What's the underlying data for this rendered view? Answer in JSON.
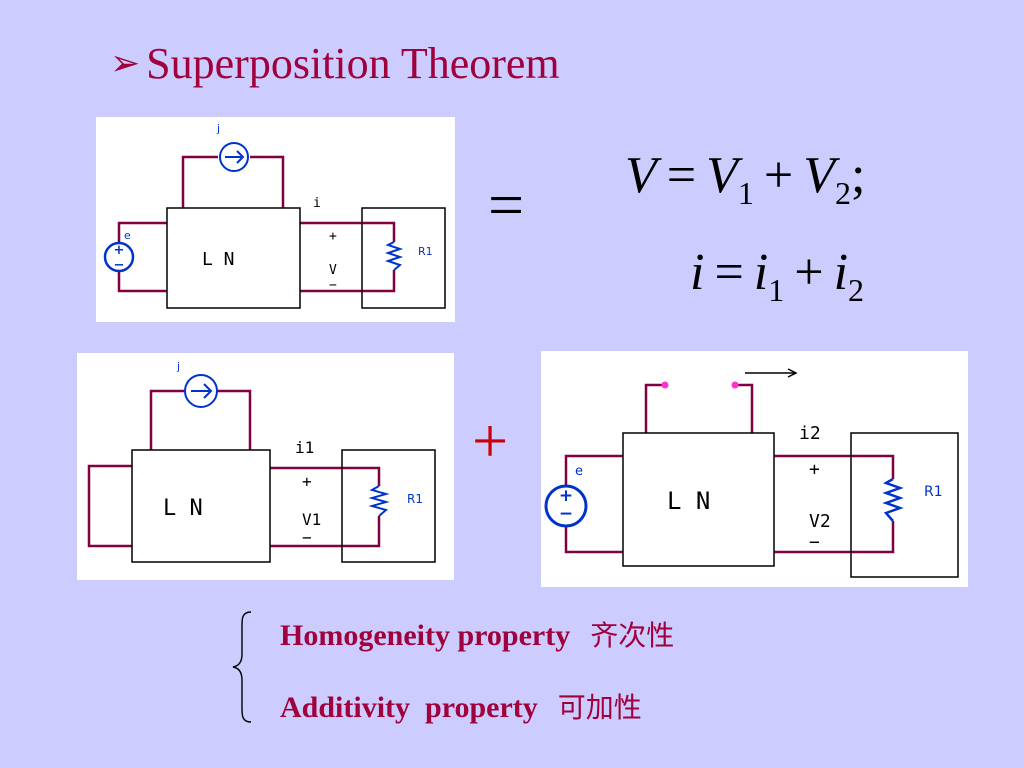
{
  "title": {
    "arrow": "➢",
    "text": "Superposition Theorem"
  },
  "operators": {
    "equals": "=",
    "plus": "+"
  },
  "equations": {
    "voltage": {
      "lhs": "V",
      "rhs1": "V",
      "rhs1_sub": "1",
      "rhs2": "V",
      "rhs2_sub": "2",
      "end": ";"
    },
    "current": {
      "lhs": "i",
      "rhs1": "i",
      "rhs1_sub": "1",
      "rhs2": "i",
      "rhs2_sub": "2"
    }
  },
  "circuits": {
    "original": {
      "source_current_label": "j",
      "source_voltage_label": "e",
      "network_label": "L N",
      "current_label": "i",
      "plus_label": "+",
      "voltage_label": "V",
      "minus_label": "−",
      "resistor_label": "R1"
    },
    "current_only": {
      "source_current_label": "j",
      "network_label": "L N",
      "current_label": "i1",
      "plus_label": "+",
      "voltage_label": "V1",
      "minus_label": "−",
      "resistor_label": "R1"
    },
    "voltage_only": {
      "source_voltage_label": "e",
      "network_label": "L N",
      "current_label": "i2",
      "plus_label": "+",
      "voltage_label": "V2",
      "minus_label": "−",
      "resistor_label": "R1"
    }
  },
  "properties": [
    {
      "en": "Homogeneity property",
      "cn": "齐次性"
    },
    {
      "en": "Additivity  property",
      "cn": "可加性"
    }
  ],
  "colors": {
    "background": "#ccccff",
    "title": "#a0003c",
    "wire": "#800040",
    "element": "#0033cc",
    "operator_plus": "#cc0000"
  }
}
